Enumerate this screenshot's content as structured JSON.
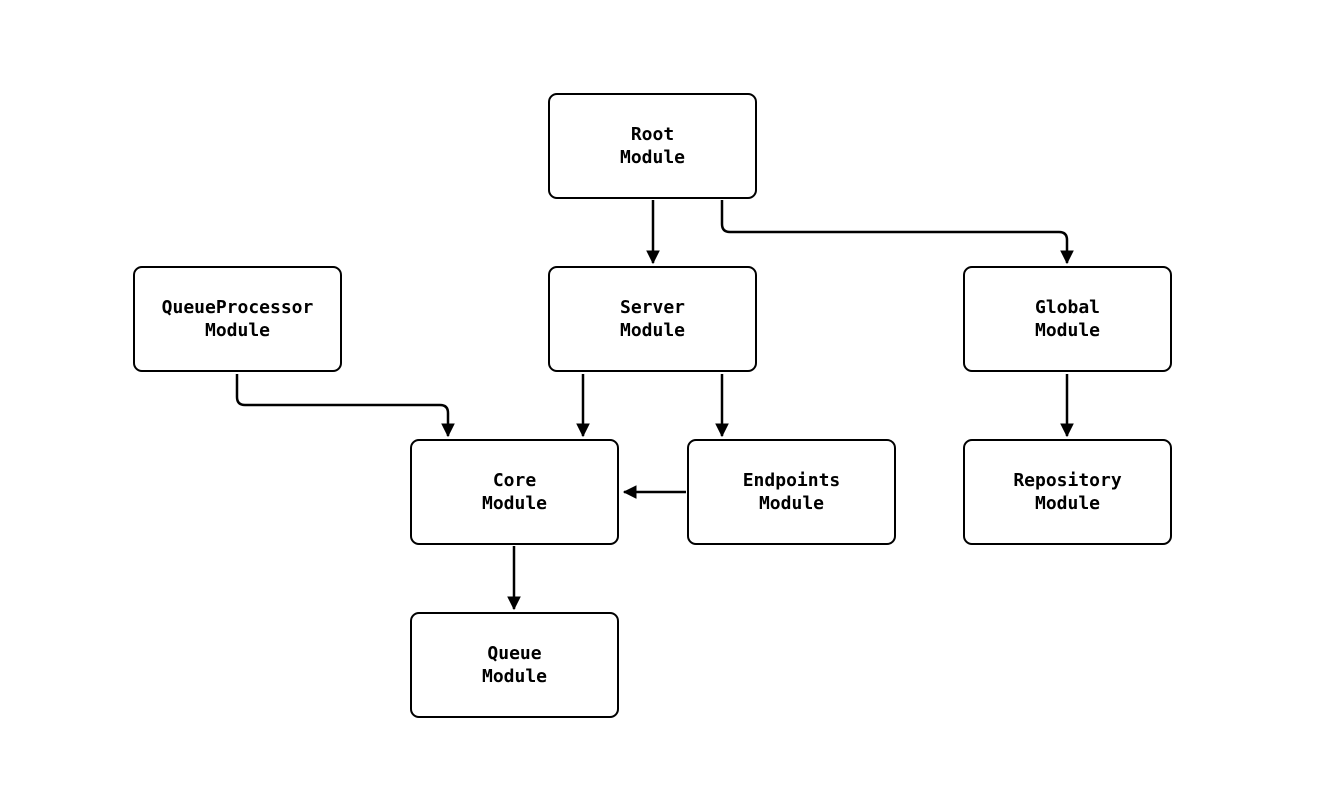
{
  "diagram": {
    "type": "module-dependency-graph",
    "colors": {
      "background": "#ffffff",
      "node_fill": "#ffffff",
      "node_border": "#000000",
      "edge_stroke": "#000000",
      "text": "#000000"
    },
    "nodes": {
      "root": {
        "label": "Root\nModule"
      },
      "server": {
        "label": "Server\nModule"
      },
      "global": {
        "label": "Global\nModule"
      },
      "queueprocessor": {
        "label": "QueueProcessor\nModule"
      },
      "core": {
        "label": "Core\nModule"
      },
      "endpoints": {
        "label": "Endpoints\nModule"
      },
      "repository": {
        "label": "Repository\nModule"
      },
      "queue": {
        "label": "Queue\nModule"
      }
    },
    "edges": [
      {
        "from": "Root Module",
        "to": "Server Module"
      },
      {
        "from": "Root Module",
        "to": "Global Module"
      },
      {
        "from": "QueueProcessor Module",
        "to": "Core Module"
      },
      {
        "from": "Server Module",
        "to": "Core Module"
      },
      {
        "from": "Server Module",
        "to": "Endpoints Module"
      },
      {
        "from": "Endpoints Module",
        "to": "Core Module"
      },
      {
        "from": "Global Module",
        "to": "Repository Module"
      },
      {
        "from": "Core Module",
        "to": "Queue Module"
      }
    ]
  }
}
